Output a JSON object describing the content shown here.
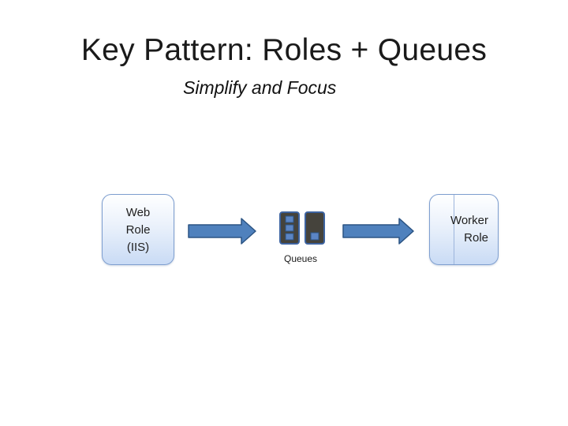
{
  "slide": {
    "title": "Key Pattern: Roles + Queues",
    "subtitle": "Simplify and Focus"
  },
  "diagram": {
    "web_role": {
      "line1": "Web",
      "line2": "Role",
      "line3": "(IIS)"
    },
    "worker_role": {
      "line1": "Worker",
      "line2": "Role"
    },
    "queues_label": "Queues"
  },
  "colors": {
    "box_border": "#7f9fd0",
    "box_fill_light": "#eaf1fb",
    "box_fill_dark": "#c9dbf5",
    "arrow_fill": "#4f81bd",
    "arrow_stroke": "#2c5483",
    "queue_body": "#45433c",
    "queue_border": "#3d63a0",
    "queue_slot": "#5b85c4"
  },
  "icons": {
    "queue": "queue-icon",
    "arrow": "right-arrow"
  }
}
